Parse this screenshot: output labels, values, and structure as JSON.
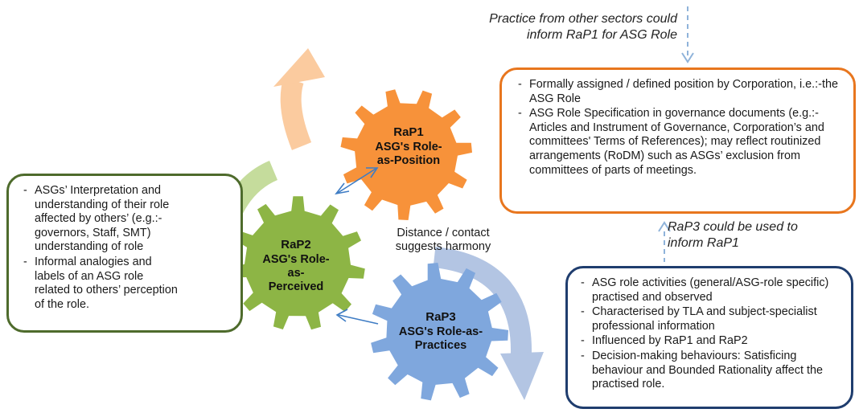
{
  "notes": {
    "top_line1": "Practice from other sectors could",
    "top_line2": "inform RaP1 for ASG Role",
    "right_line1": "RaP3 could be used to",
    "right_line2": "inform RaP1"
  },
  "gears": {
    "rap1": {
      "code": "RaP1",
      "line1": "ASG's Role-",
      "line2": "as-Position",
      "color": "#f7923a"
    },
    "rap2": {
      "code": "RaP2",
      "line1": "ASG's Role-",
      "line2": "as-",
      "line3": "Perceived",
      "color": "#8db545"
    },
    "rap3": {
      "code": "RaP3",
      "line1": "ASG's Role-as-",
      "line2": "Practices",
      "color": "#7fa7dd"
    }
  },
  "distance_label": {
    "line1": "Distance / contact",
    "line2": "suggests harmony"
  },
  "position_box": {
    "border": "#e8761e",
    "items": [
      "Formally assigned / defined position by Corporation, i.e.:-the ASG Role",
      "ASG Role Specification in governance documents (e.g.:- Articles and Instrument of Governance, Corporation’s and committees' Terms of References); may reflect routinized arrangements (RoDM) such as ASGs’ exclusion from committees of parts of meetings."
    ]
  },
  "perceived_box": {
    "border": "#4e6b2c",
    "items": [
      "ASGs’ Interpretation and understanding of their role affected by others’ (e.g.:- governors, Staff, SMT) understanding of role",
      "Informal analogies and labels of an ASG role related to others’ perception of the role."
    ]
  },
  "practices_box": {
    "border": "#1f3d6e",
    "items": [
      "ASG role activities (general/ASG-role specific) practised and observed",
      "Characterised by TLA and subject-specialist professional information",
      "Influenced by RaP1 and RaP2",
      "Decision-making behaviours: Satisficing behaviour and Bounded Rationality affect the practised role."
    ]
  },
  "colors": {
    "arc_orange": "#fbcb9f",
    "arc_green": "#c5dc9c",
    "arc_blue": "#b3c5e3",
    "connector": "#3e7cc4",
    "dashed_arrow": "#8fb3da"
  }
}
